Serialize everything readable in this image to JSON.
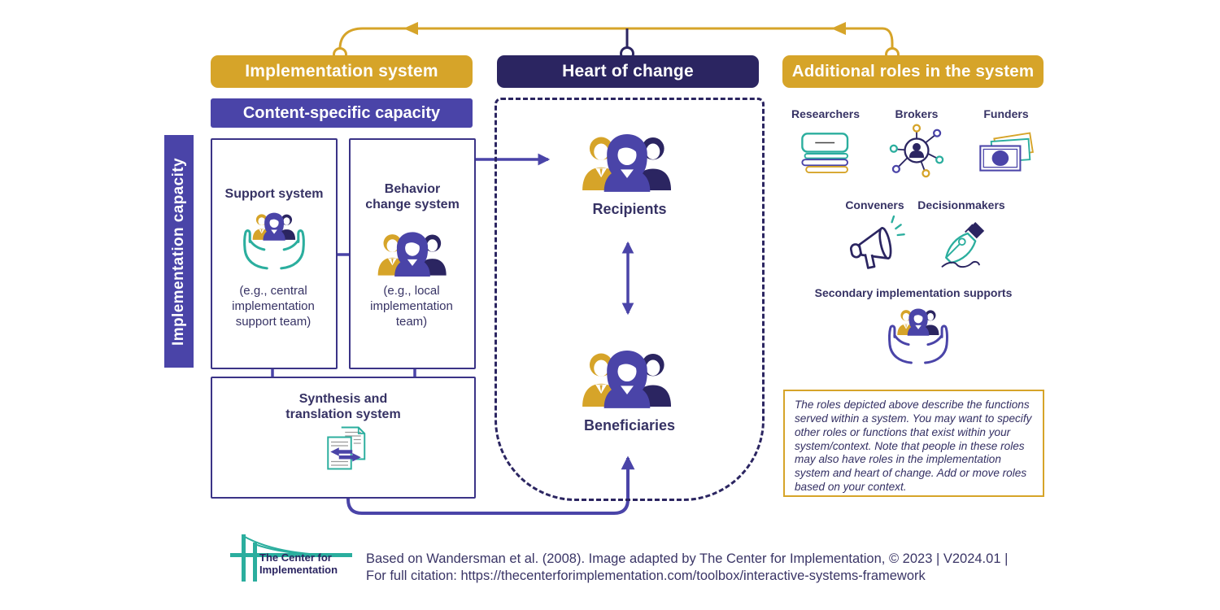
{
  "colors": {
    "gold": "#D6A429",
    "navy": "#2B2561",
    "purple": "#4A44A8",
    "teal": "#2BAE9E",
    "text": "#363264"
  },
  "headers": {
    "implementation": "Implementation system",
    "heart": "Heart of change",
    "roles": "Additional roles in the system"
  },
  "capacity": {
    "content": "Content-specific capacity",
    "bar": "Implementation capacity"
  },
  "systems": {
    "support": {
      "title": "Support system",
      "example": "(e.g., central implementation support team)"
    },
    "behavior": {
      "title": "Behavior change system",
      "example": "(e.g., local implementation team)"
    },
    "synthesis": {
      "title": "Synthesis and translation system"
    }
  },
  "heart": {
    "recipients": "Recipients",
    "beneficiaries": "Beneficiaries"
  },
  "roles": {
    "researchers": "Researchers",
    "brokers": "Brokers",
    "funders": "Funders",
    "conveners": "Conveners",
    "decisionmakers": "Decisionmakers",
    "secondary": "Secondary implementation supports"
  },
  "note": {
    "text": "The roles depicted above describe the functions served within a system. You may want to specify other roles or functions that exist within your system/context. Note that people in these roles may also have roles in the implementation system and heart of change. Add or move roles based on your context."
  },
  "footer": {
    "logo1": "The Center for",
    "logo2": "Implementation",
    "line1": "Based on Wandersman et al. (2008). Image adapted by The Center for Implementation, © 2023 | V2024.01 |",
    "line2": "For full citation: https://thecenterforimplementation.com/toolbox/interactive-systems-framework"
  }
}
